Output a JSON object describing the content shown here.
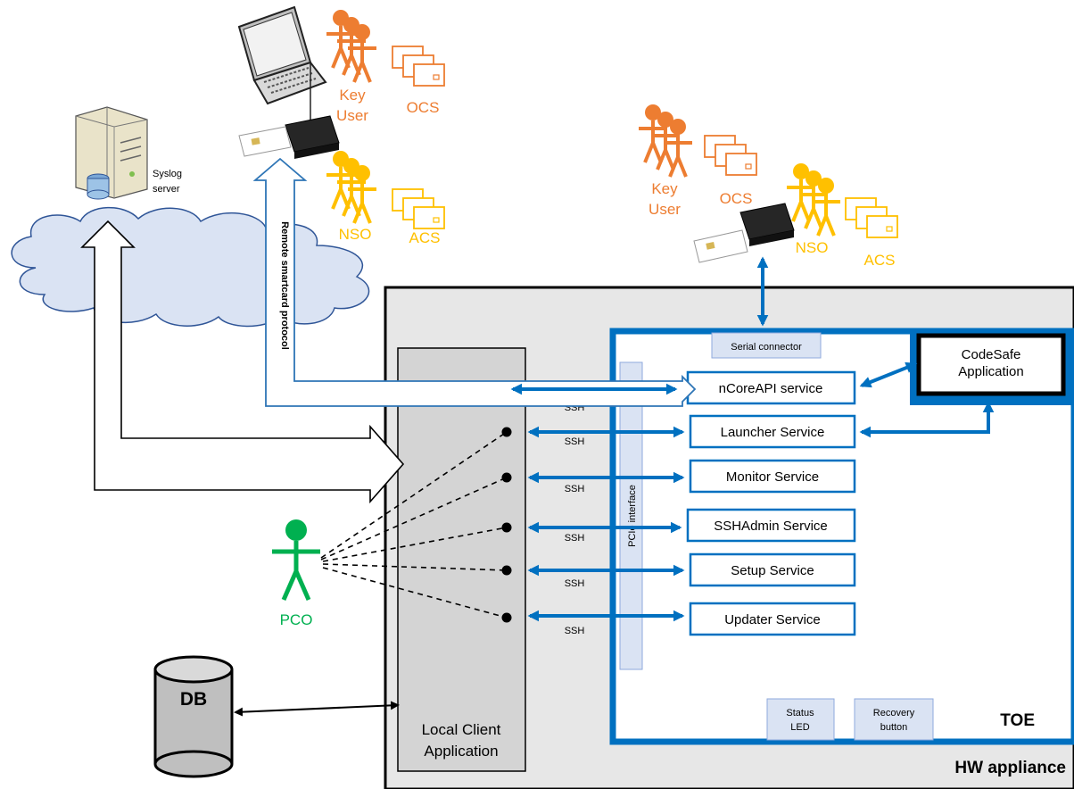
{
  "colors": {
    "blue": "#0070c0",
    "orange": "#ed7d31",
    "yellow": "#ffc000",
    "green": "#00b050",
    "appliance_fill": "#e7e7e7",
    "client_fill": "#d4d4d4",
    "pcie_fill": "#dae3f3",
    "cloud_fill": "#dae3f3"
  },
  "icons": [
    "laptop-icon",
    "smartcard-reader-icon",
    "server-icon",
    "database-icon",
    "cloud-icon",
    "person-icon",
    "card-stack-icon"
  ],
  "labels": {
    "hw_appliance": "HW appliance",
    "toe": "TOE",
    "local_client": [
      "Local Client",
      "Application"
    ],
    "db": "DB",
    "syslog": [
      "Syslog",
      "server"
    ],
    "remote_protocol": "Remote smartcard protocol",
    "pcie": "PCIe interface",
    "serial": "Serial connector",
    "codesafe": [
      "CodeSafe",
      "Application"
    ],
    "status_led": [
      "Status",
      "LED"
    ],
    "recovery": [
      "Recovery",
      "button"
    ],
    "pco": "PCO",
    "ssh": "SSH"
  },
  "services": [
    "nCoreAPI service",
    "Launcher Service",
    "Monitor Service",
    "SSHAdmin Service",
    "Setup Service",
    "Updater Service"
  ],
  "remote_roles": {
    "key_user": [
      "Key",
      "User"
    ],
    "ocs": "OCS",
    "nso": "NSO",
    "acs": "ACS"
  },
  "local_roles": {
    "key_user": [
      "Key",
      "User"
    ],
    "ocs": "OCS",
    "nso": "NSO",
    "acs": "ACS"
  }
}
